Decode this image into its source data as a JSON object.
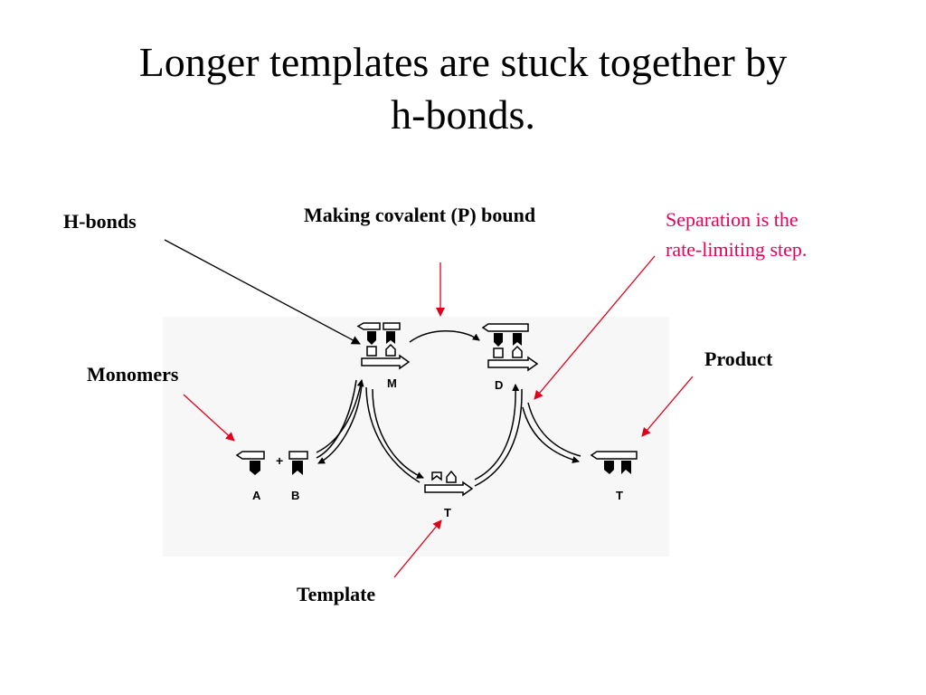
{
  "title": {
    "line1": "Longer templates are stuck together by",
    "line2": "h-bonds."
  },
  "labels": {
    "hbonds": "H-bonds",
    "making": "Making covalent (P) bound",
    "monomers": "Monomers",
    "product": "Product",
    "template": "Template"
  },
  "note": {
    "line1": "Separation is the",
    "line2": "rate-limiting step."
  },
  "colors": {
    "accent": "#e8005a",
    "arrow": "#e0001a",
    "text": "#000000"
  },
  "species": {
    "m": "M",
    "d": "D",
    "a": "A",
    "b": "B",
    "t1": "T",
    "t2": "T"
  }
}
